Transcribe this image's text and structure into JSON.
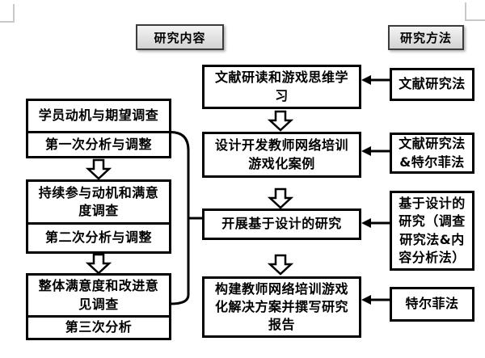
{
  "title_row": {
    "content_label": "研究内容",
    "method_label": "研究方法"
  },
  "left_column": {
    "boxes": [
      {
        "lines": [
          "学员动机与期望调查"
        ]
      },
      {
        "lines": [
          "第一次分析与调整"
        ]
      },
      {
        "lines": [
          "持续参与动机和满意",
          "度调查"
        ]
      },
      {
        "lines": [
          "第二次分析与调整"
        ]
      },
      {
        "lines": [
          "整体满意度和改进意",
          "见调查"
        ]
      },
      {
        "lines": [
          "第三次分析"
        ]
      }
    ]
  },
  "middle_column": {
    "boxes": [
      {
        "lines": [
          "文献研读和游戏思维学",
          "习"
        ]
      },
      {
        "lines": [
          "设计开发教师网络培训",
          "游戏化案例"
        ]
      },
      {
        "lines": [
          "开展基于设计的研究"
        ]
      },
      {
        "lines": [
          "构建教师网络培训游戏",
          "化解决方案并撰写研究",
          "报告"
        ]
      }
    ]
  },
  "right_column": {
    "boxes": [
      {
        "lines": [
          "文献研究法"
        ]
      },
      {
        "lines": [
          "文献研究法",
          "&特尔菲法"
        ]
      },
      {
        "lines": [
          "基于设计的",
          "研究（调查",
          "研究法&内",
          "容分析法）"
        ]
      },
      {
        "lines": [
          "特尔菲法"
        ]
      }
    ]
  },
  "colors": {
    "box_border": "#000000",
    "connector": "#000000",
    "header_fill_top": "#f4f4f4",
    "header_fill_bottom": "#d2d2d2",
    "corner_mark": "#c9c9c9"
  }
}
